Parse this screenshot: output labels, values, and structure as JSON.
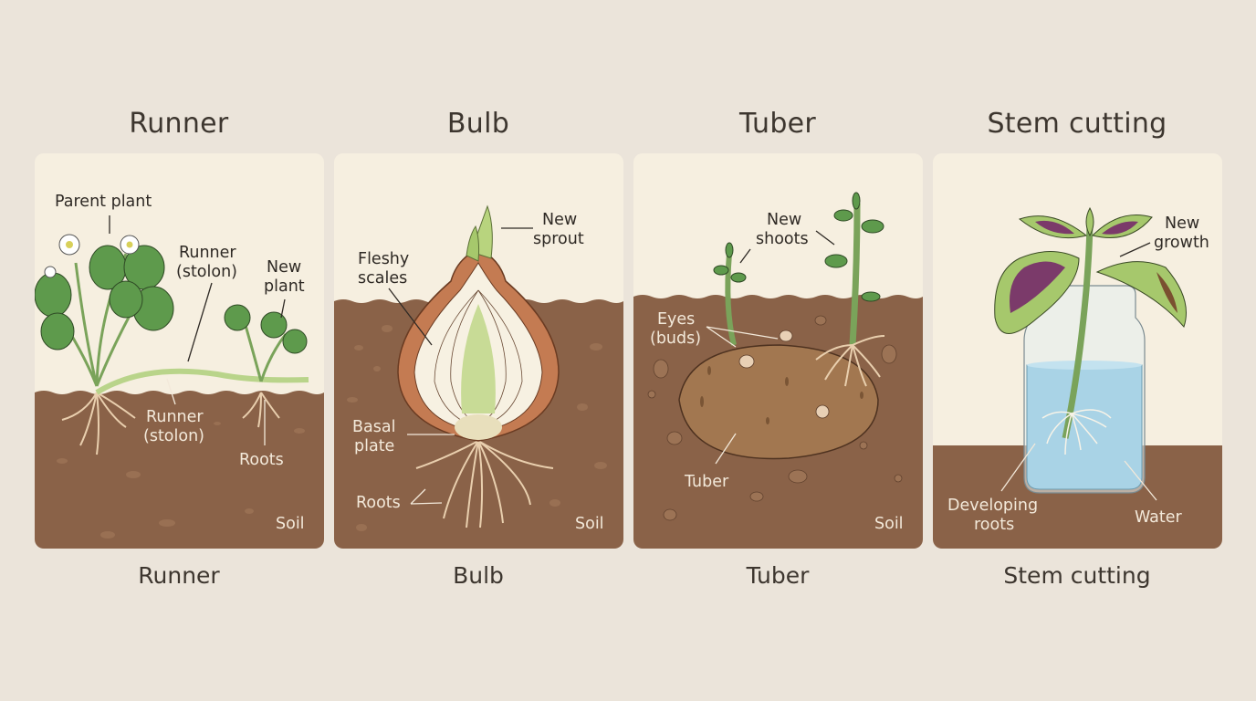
{
  "panels": [
    {
      "title": "Runner",
      "caption": "Runner",
      "labels": {
        "parent_plant": "Parent plant",
        "runner_top_1": "Runner",
        "runner_top_2": "(stolon)",
        "new_plant_1": "New",
        "new_plant_2": "plant",
        "runner_bottom_1": "Runner",
        "runner_bottom_2": "(stolon)",
        "roots": "Roots",
        "soil": "Soil"
      }
    },
    {
      "title": "Bulb",
      "caption": "Bulb",
      "labels": {
        "new_sprout_1": "New",
        "new_sprout_2": "sprout",
        "fleshy_scales_1": "Fleshy",
        "fleshy_scales_2": "scales",
        "basal_plate_1": "Basal",
        "basal_plate_2": "plate",
        "roots": "Roots",
        "soil": "Soil"
      }
    },
    {
      "title": "Tuber",
      "caption": "Tuber",
      "labels": {
        "new_shoots_1": "New",
        "new_shoots_2": "shoots",
        "eyes_1": "Eyes",
        "eyes_2": "(buds)",
        "tuber": "Tuber",
        "soil": "Soil"
      }
    },
    {
      "title": "Stem cutting",
      "caption": "Stem cutting",
      "labels": {
        "new_growth_1": "New",
        "new_growth_2": "growth",
        "developing_roots_1": "Developing",
        "developing_roots_2": "roots",
        "water": "Water"
      }
    }
  ],
  "colors": {
    "background": "#ebe4da",
    "panel_sky": "#f6efe0",
    "soil": "#8a6248",
    "leaf": "#5e9a4c",
    "water": "#a9d3e6",
    "coleus_purple": "#7b3a6a"
  }
}
